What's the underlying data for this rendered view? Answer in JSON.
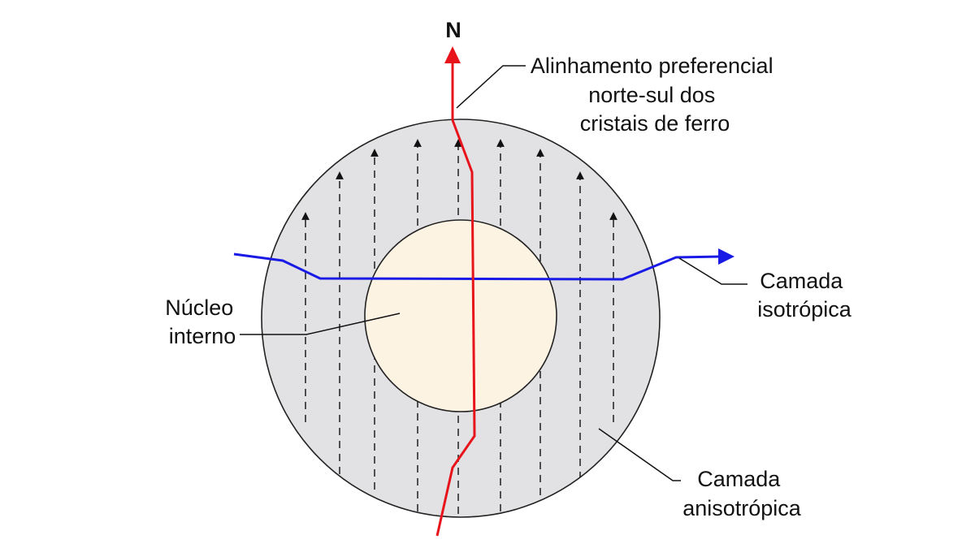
{
  "north_label": "N",
  "labels": {
    "alignment": [
      "Alinhamento preferencial",
      "norte-sul dos",
      "cristais de ferro"
    ],
    "inner_core": [
      "Núcleo",
      "interno"
    ],
    "isotropic": [
      "Camada",
      "isotrópica"
    ],
    "anisotropic": [
      "Camada",
      "anisotrópica"
    ]
  },
  "colors": {
    "outer_layer": "#e2e2e4",
    "inner_core": "#fdf3e3",
    "north_south_path": "#e8141b",
    "east_west_path": "#1a1ae6",
    "outline": "#222222"
  }
}
